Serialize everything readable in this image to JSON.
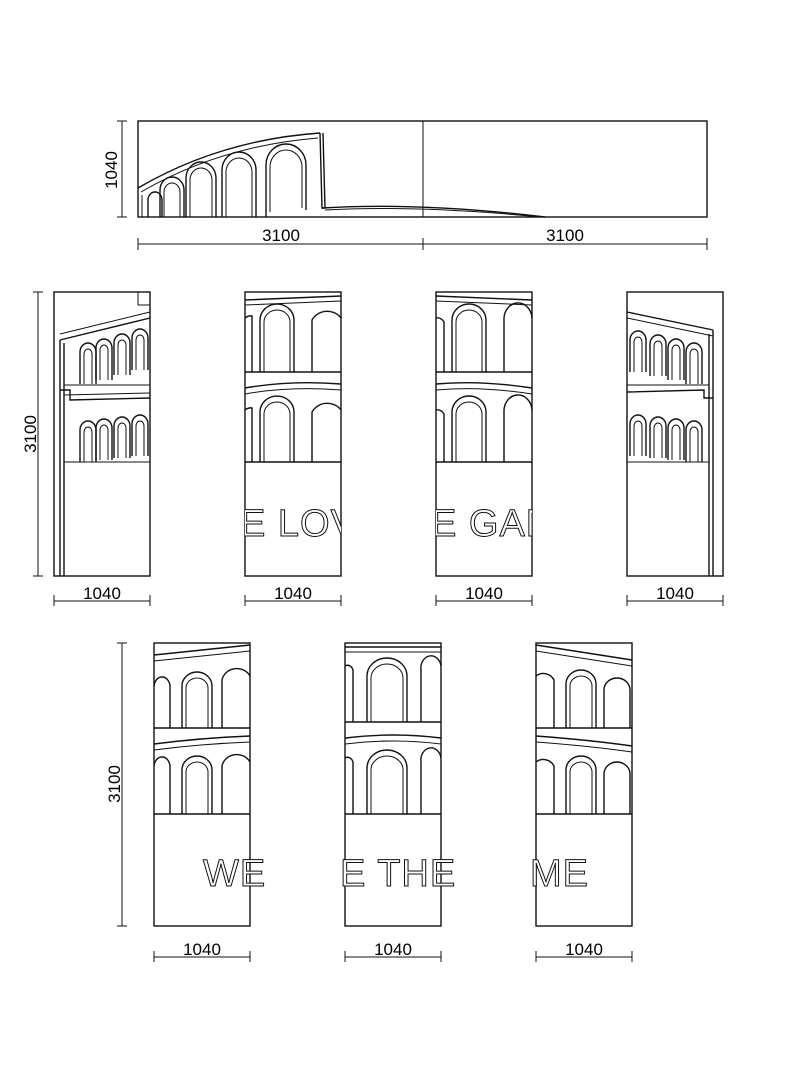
{
  "top_panel": {
    "height_label": "1040",
    "width_label_left": "3100",
    "width_label_right": "3100"
  },
  "row1": {
    "height_label": "3100",
    "panels": [
      {
        "id": "r1p1",
        "width_label": "1040",
        "slogan": ""
      },
      {
        "id": "r1p2",
        "width_label": "1040",
        "slogan": "E LOV"
      },
      {
        "id": "r1p3",
        "width_label": "1040",
        "slogan": "E GAM"
      },
      {
        "id": "r1p4",
        "width_label": "1040",
        "slogan": ""
      }
    ]
  },
  "row2": {
    "height_label": "3100",
    "panels": [
      {
        "id": "r2p1",
        "width_label": "1040",
        "slogan": "WE"
      },
      {
        "id": "r2p2",
        "width_label": "1040",
        "slogan": "E THE"
      },
      {
        "id": "r2p3",
        "width_label": "1040",
        "slogan": "ME"
      }
    ]
  }
}
